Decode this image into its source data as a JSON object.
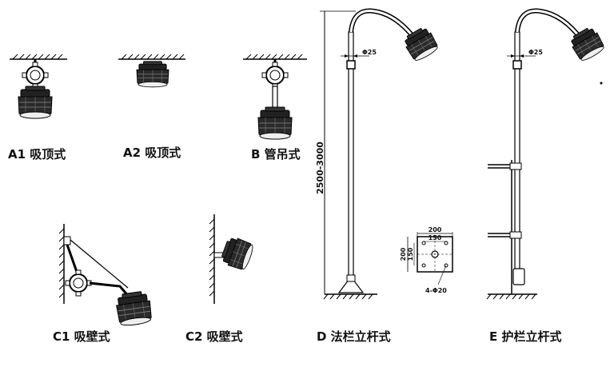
{
  "labels": {
    "a1": "A1 吸顶式",
    "a2": "A2 吸顶式",
    "b": "B 管吊式",
    "c1": "C1 吸壁式",
    "c2": "C2 吸壁式",
    "d": "D 法栏立杆式",
    "e": "E 护栏立杆式"
  },
  "dimensions": {
    "pole_height": "2500-3000",
    "pipe_d_1": "Φ25",
    "pipe_d_2": "Φ25",
    "flange_width": "200",
    "flange_hole_spacing_h": "150",
    "flange_height": "200",
    "flange_hole_spacing_v": "150",
    "bolt_holes": "4-Φ20"
  },
  "icons": [
    "ceiling-hatch-icon",
    "wall-hatch-icon",
    "light-fixture-icon",
    "junction-box-icon"
  ]
}
